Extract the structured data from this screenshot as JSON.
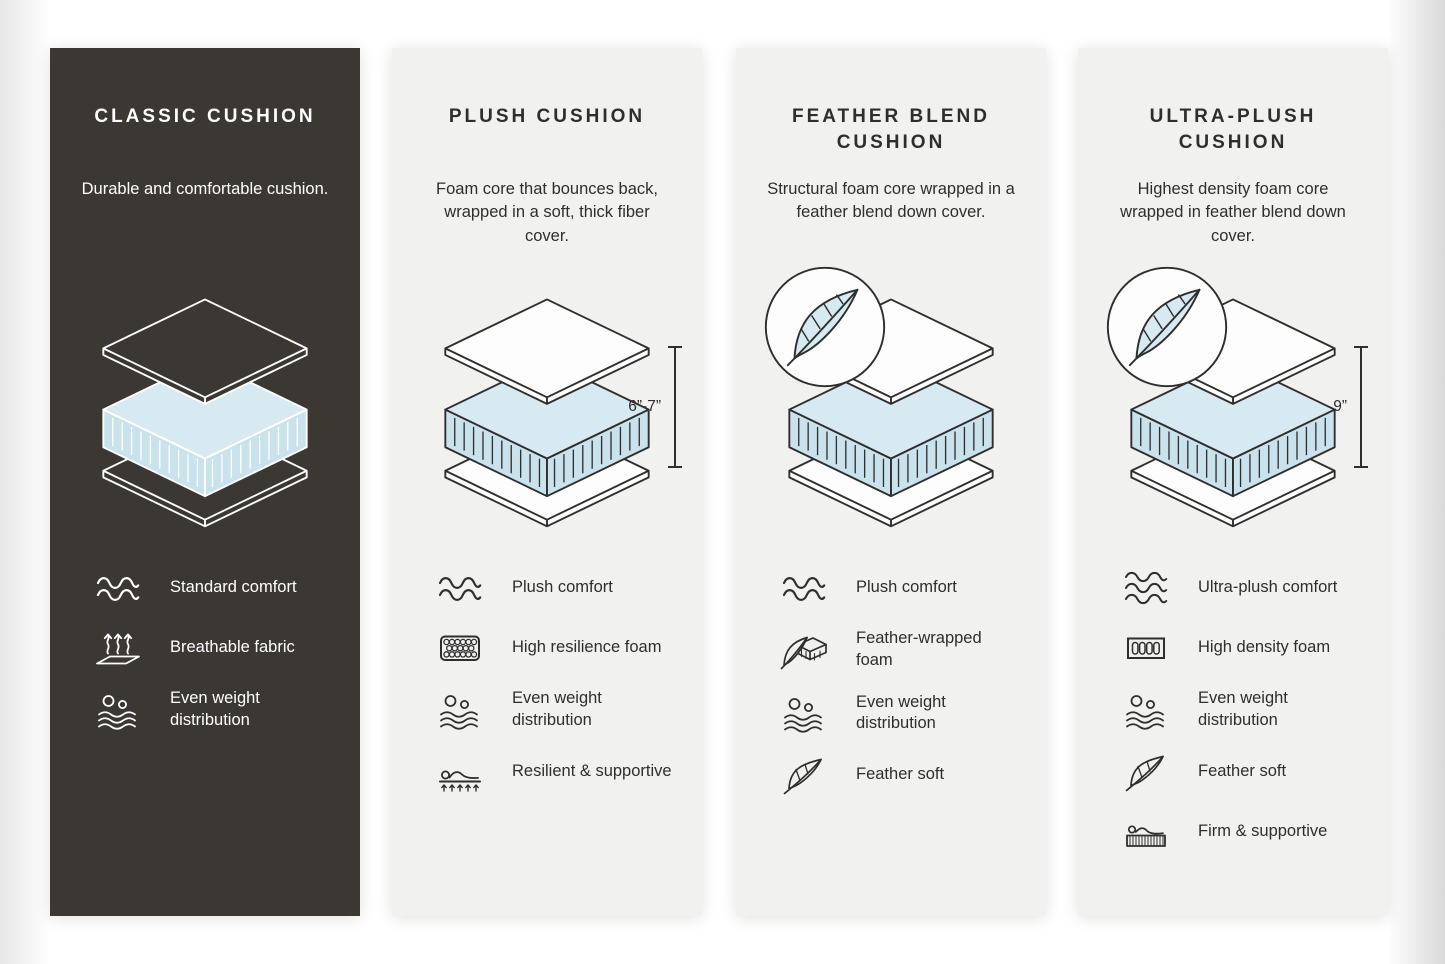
{
  "colors": {
    "panel_dark": "#3B3834",
    "panel_light": "#F1F1F0",
    "foam_top": "#D7E9F1",
    "foam_side": "#C9E2EC",
    "line_on_dark": "#FFFFFF",
    "line_on_light": "#2E2E2E"
  },
  "panels": [
    {
      "name": "classic-cushion",
      "title": "CLASSIC CUSHION",
      "description": "Durable and comfortable cushion.",
      "illustration": "layered-cushion",
      "features": [
        {
          "icon": "waves-icon",
          "label": "Standard comfort"
        },
        {
          "icon": "breathable-fabric-icon",
          "label": "Breathable fabric"
        },
        {
          "icon": "even-weight-icon",
          "label": "Even weight distribution"
        }
      ]
    },
    {
      "name": "plush-cushion",
      "title": "PLUSH CUSHION",
      "description": "Foam core that bounces back, wrapped in a soft, thick fiber cover.",
      "illustration": "layered-cushion",
      "dimension_label": "6”-7”",
      "features": [
        {
          "icon": "waves-icon",
          "label": "Plush comfort"
        },
        {
          "icon": "foam-cells-icon",
          "label": "High resilience foam"
        },
        {
          "icon": "even-weight-icon",
          "label": "Even weight distribution"
        },
        {
          "icon": "resilient-supportive-icon",
          "label": "Resilient & supportive"
        }
      ]
    },
    {
      "name": "feather-blend-cushion",
      "title": "FEATHER BLEND CUSHION",
      "description": "Structural foam core wrapped in a feather blend down cover.",
      "illustration": "layered-cushion-with-feather-badge",
      "features": [
        {
          "icon": "waves-icon",
          "label": "Plush comfort"
        },
        {
          "icon": "feather-wrapped-foam-icon",
          "label": "Feather-wrapped foam"
        },
        {
          "icon": "even-weight-icon",
          "label": "Even weight distribution"
        },
        {
          "icon": "feather-icon",
          "label": "Feather soft"
        }
      ]
    },
    {
      "name": "ultra-plush-cushion",
      "title": "ULTRA-PLUSH CUSHION",
      "description": "Highest density foam core wrapped in feather blend down cover.",
      "illustration": "layered-cushion-with-feather-badge",
      "dimension_label": "9”",
      "features": [
        {
          "icon": "waves-icon",
          "label": "Ultra-plush comfort"
        },
        {
          "icon": "high-density-foam-icon",
          "label": "High density foam"
        },
        {
          "icon": "even-weight-icon",
          "label": "Even weight distribution"
        },
        {
          "icon": "feather-icon",
          "label": "Feather soft"
        },
        {
          "icon": "firm-supportive-icon",
          "label": "Firm & supportive"
        }
      ]
    }
  ]
}
